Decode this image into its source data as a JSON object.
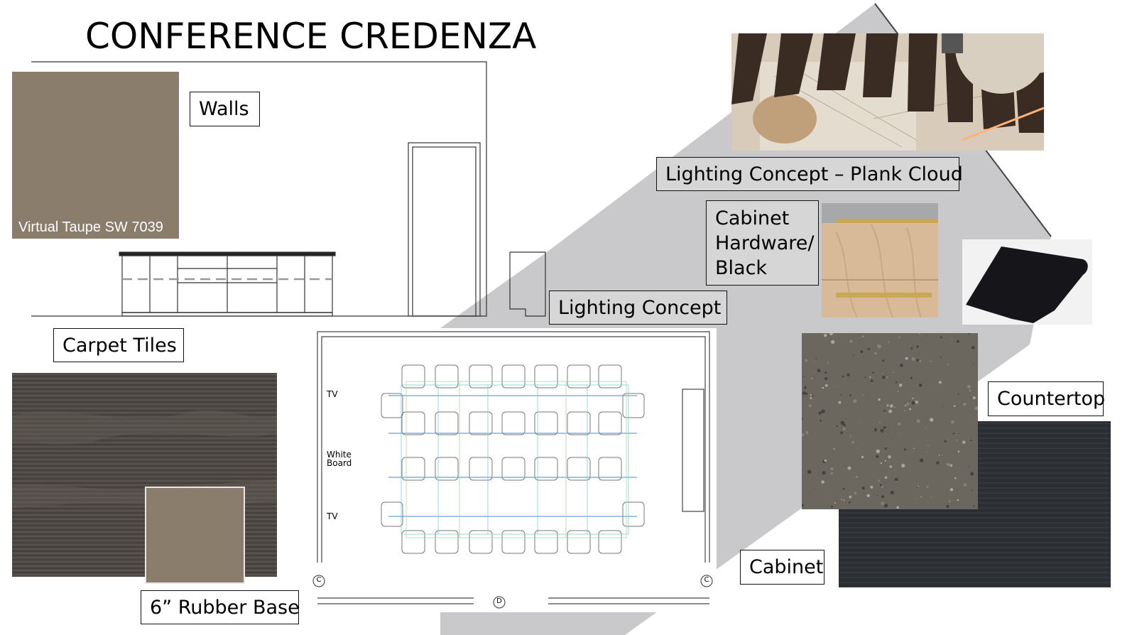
{
  "title": "CONFERENCE CREDENZA",
  "labels": {
    "walls": "Walls",
    "wall_color": "Virtual Taupe SW 7039",
    "carpet": "Carpet Tiles",
    "rubber_base": "6” Rubber Base",
    "lighting_plank": "Lighting Concept – Plank Cloud",
    "cabinet_hardware_line1": "Cabinet",
    "cabinet_hardware_line2": "Hardware/",
    "cabinet_hardware_line3": "Black",
    "lighting": "Lighting Concept",
    "countertop": "Countertop",
    "cabinet": "Cabinet"
  },
  "plan": {
    "tv_top": "TV",
    "white": "White",
    "board": "Board",
    "tv_bottom": "TV",
    "marker_c_left": "C",
    "marker_c_right": "C",
    "marker_d": "D"
  },
  "colors": {
    "taupe": "#8a7d6b",
    "backdrop_grey": "#c9c9cb",
    "cabinet_dark": "#2c2f34",
    "countertop": "#6b6760"
  }
}
